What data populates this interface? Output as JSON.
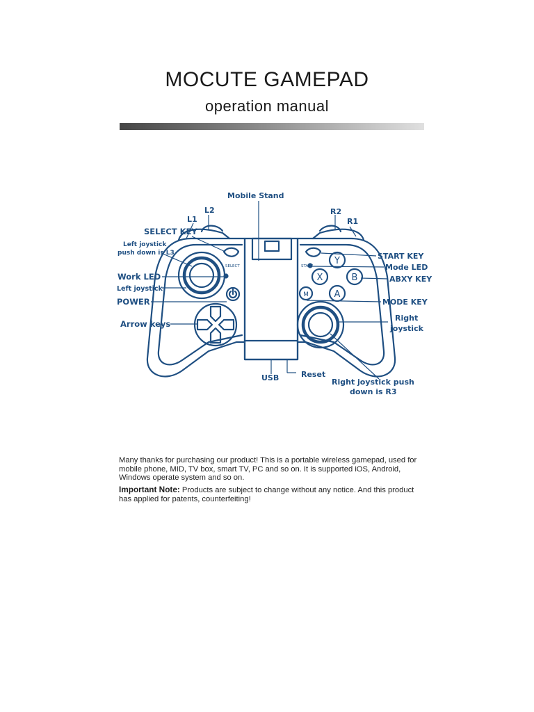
{
  "header": {
    "title": "MOCUTE GAMEPAD",
    "subtitle": "operation manual"
  },
  "diagram": {
    "labels": {
      "mobile_stand": "Mobile Stand",
      "l2": "L2",
      "l1": "L1",
      "r2": "R2",
      "r1": "R1",
      "select_key": "SELECT KEY",
      "left_joystick_push_1": "Left joystick",
      "left_joystick_push_2": "push down is L3",
      "work_led": "Work LED",
      "left_joystick": "Left joystick",
      "power": "POWER",
      "arrow_keys": "Arrow keys",
      "start_key": "START KEY",
      "mode_led": "Mode LED",
      "abxy_key": "ABXY KEY",
      "mode_key": "MODE KEY",
      "right_joystick_1": "Right",
      "right_joystick_2": "joystick",
      "usb": "USB",
      "reset": "Reset",
      "right_push_1": "Right joystick push",
      "right_push_2": "down is R3",
      "select_small": "SELECT",
      "start_small": "START",
      "btn_y": "Y",
      "btn_x": "X",
      "btn_b": "B",
      "btn_a": "A",
      "btn_m": "M"
    },
    "color": "#1f4f82"
  },
  "body": {
    "intro": "Many thanks for purchasing our product! This is a portable wireless gamepad, used for mobile phone, MID, TV box, smart TV, PC and so on. It is supported iOS, Android, Windows operate system and so on.",
    "note_label": "Important Note:",
    "note_text": " Products are subject to change without any notice. And this product has applied for patents, counterfeiting!"
  }
}
